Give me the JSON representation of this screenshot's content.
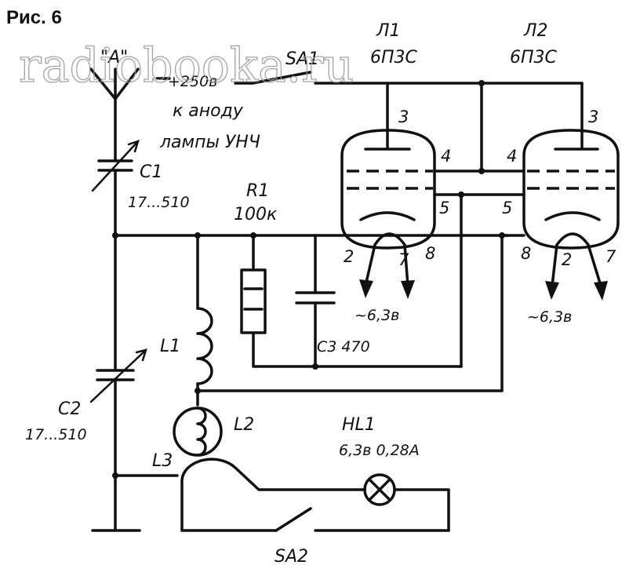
{
  "figure": {
    "title": "Рис. 6",
    "watermark": "radiobooka.ru"
  },
  "antenna": {
    "label": "\"A\""
  },
  "switch_sa1": {
    "label": "SA1",
    "voltage": "+250в",
    "note_line1": "к аноду",
    "note_line2": "лампы УНЧ"
  },
  "tube_l1": {
    "label": "Л1",
    "type": "6П3С"
  },
  "tube_l2": {
    "label": "Л2",
    "type": "6П3С"
  },
  "pins": {
    "anode": "3",
    "grid": "4",
    "cathode": "5",
    "heater_a": "2",
    "heater_b": "7",
    "pin8": "8"
  },
  "heater_supply": {
    "l1": "~6,3в",
    "l2": "~6,3в"
  },
  "c1": {
    "label": "С1",
    "value": "17...510"
  },
  "c2": {
    "label": "С2",
    "value": "17...510"
  },
  "r1": {
    "label": "R1",
    "value": "100к"
  },
  "c3": {
    "label": "С3 470"
  },
  "coils": {
    "l1": "L1",
    "l2": "L2",
    "l3": "L3"
  },
  "lamp_hl1": {
    "label": "HL1",
    "rating": "6,3в 0,28А"
  },
  "switch_sa2": {
    "label": "SA2"
  },
  "style": {
    "ink": "#111111",
    "paper": "#ffffff",
    "watermark": "#9a9a9a"
  }
}
